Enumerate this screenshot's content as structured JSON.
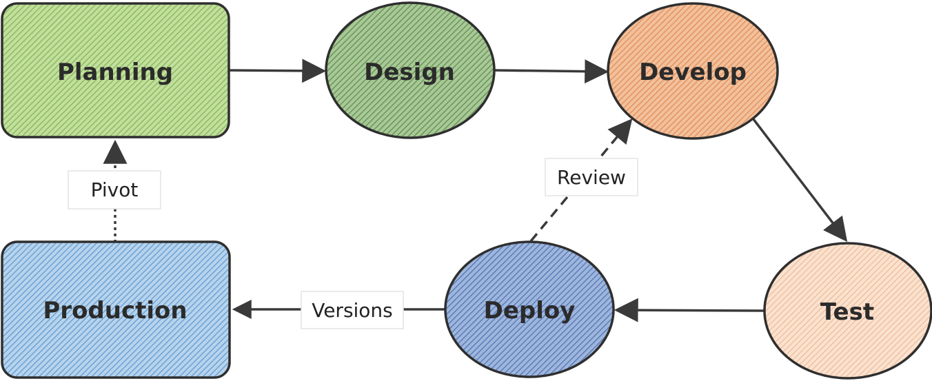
{
  "nodes": [
    {
      "id": "planning",
      "label": "Planning",
      "shape": "rounded-rect",
      "fill": "#c2df9e",
      "hatch": "#7fb24f"
    },
    {
      "id": "design",
      "label": "Design",
      "shape": "ellipse",
      "fill": "#a9c897",
      "hatch": "#5a8a4a"
    },
    {
      "id": "develop",
      "label": "Develop",
      "shape": "ellipse",
      "fill": "#f2c09c",
      "hatch": "#e0894f"
    },
    {
      "id": "test",
      "label": "Test",
      "shape": "ellipse",
      "fill": "#fae2d0",
      "hatch": "#eeb993"
    },
    {
      "id": "deploy",
      "label": "Deploy",
      "shape": "ellipse",
      "fill": "#9fb6dc",
      "hatch": "#4b6fb3"
    },
    {
      "id": "production",
      "label": "Production",
      "shape": "rounded-rect",
      "fill": "#b7d3ec",
      "hatch": "#5a97cf"
    }
  ],
  "edges": [
    {
      "from": "planning",
      "to": "design",
      "style": "solid",
      "label": ""
    },
    {
      "from": "design",
      "to": "develop",
      "style": "solid",
      "label": ""
    },
    {
      "from": "develop",
      "to": "test",
      "style": "solid",
      "label": ""
    },
    {
      "from": "test",
      "to": "deploy",
      "style": "solid",
      "label": ""
    },
    {
      "from": "deploy",
      "to": "production",
      "style": "solid",
      "label": "Versions"
    },
    {
      "from": "deploy",
      "to": "develop",
      "style": "dashed",
      "label": "Review"
    },
    {
      "from": "production",
      "to": "planning",
      "style": "dotted",
      "label": "Pivot"
    }
  ],
  "colors": {
    "outline": "#2f2f2f",
    "edge": "#3a3a3a",
    "text": "#2b2b2b"
  }
}
